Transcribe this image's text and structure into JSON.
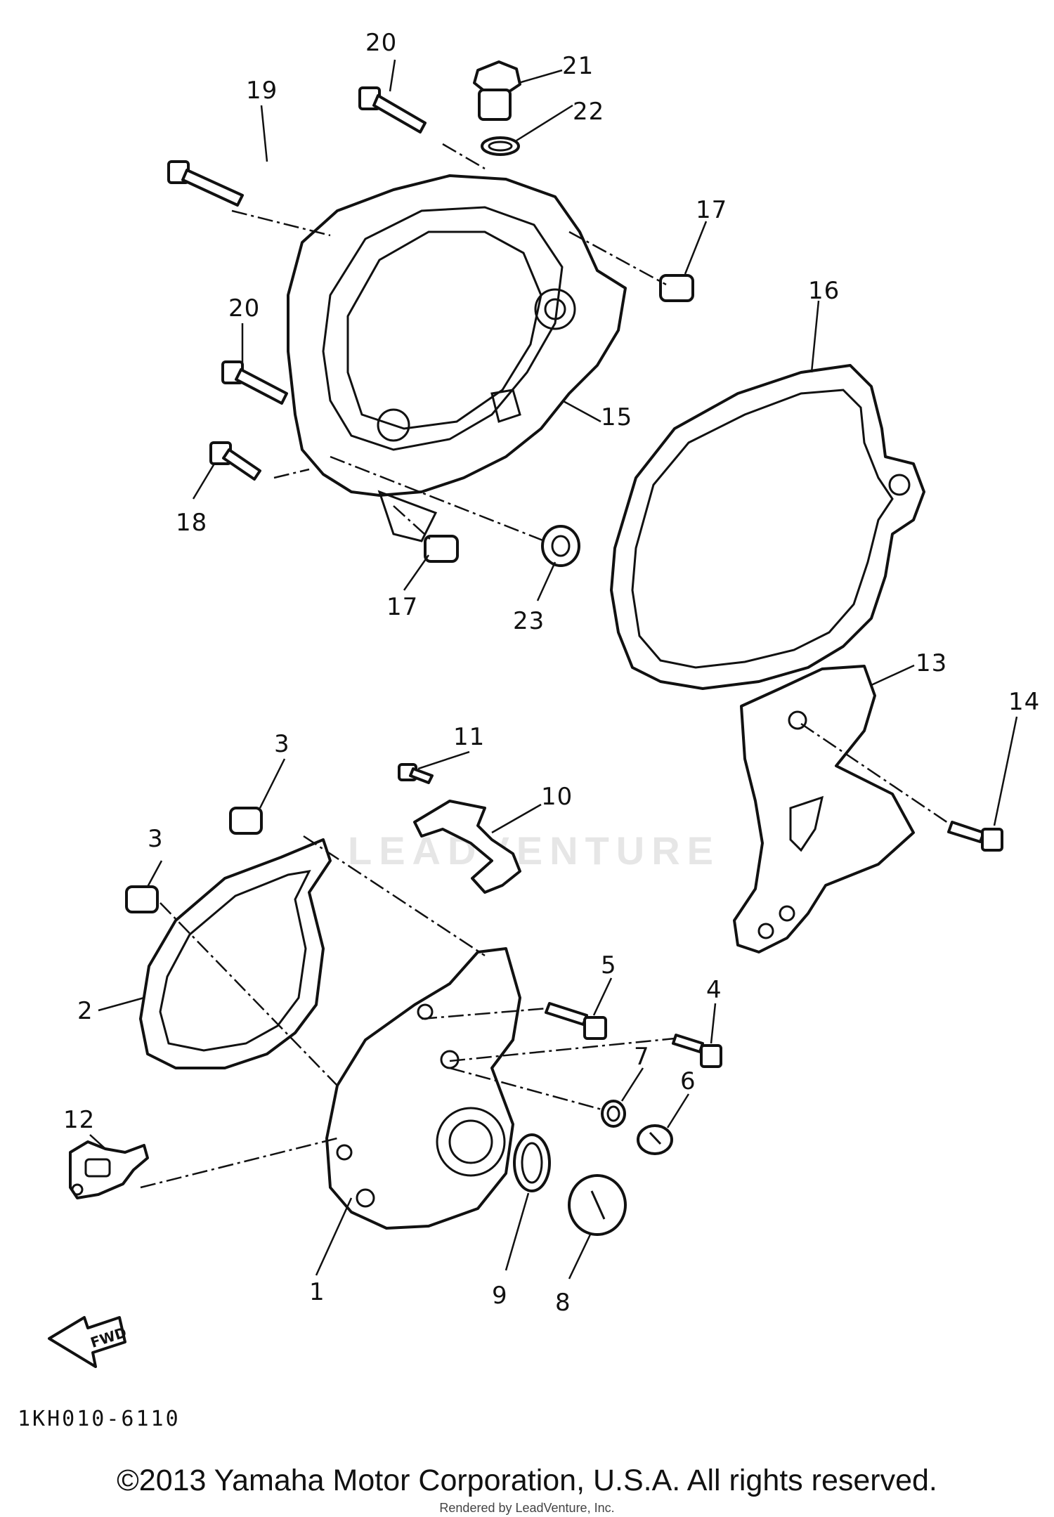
{
  "diagram": {
    "callouts": {
      "c1": "1",
      "c2": "2",
      "c3a": "3",
      "c3b": "3",
      "c4": "4",
      "c5": "5",
      "c6": "6",
      "c7": "7",
      "c8": "8",
      "c9": "9",
      "c10": "10",
      "c11": "11",
      "c12": "12",
      "c13": "13",
      "c14": "14",
      "c15": "15",
      "c16": "16",
      "c17a": "17",
      "c17b": "17",
      "c18": "18",
      "c19": "19",
      "c20a": "20",
      "c20b": "20",
      "c21": "21",
      "c22": "22",
      "c23": "23"
    },
    "fwd_label": "FWD",
    "reference_code": "1KH010-6110",
    "watermark": "LEADVENTURE"
  },
  "footer": {
    "copyright": "©2013 Yamaha Motor Corporation, U.S.A. All rights reserved.",
    "rendered_by": "Rendered by LeadVenture, Inc."
  }
}
